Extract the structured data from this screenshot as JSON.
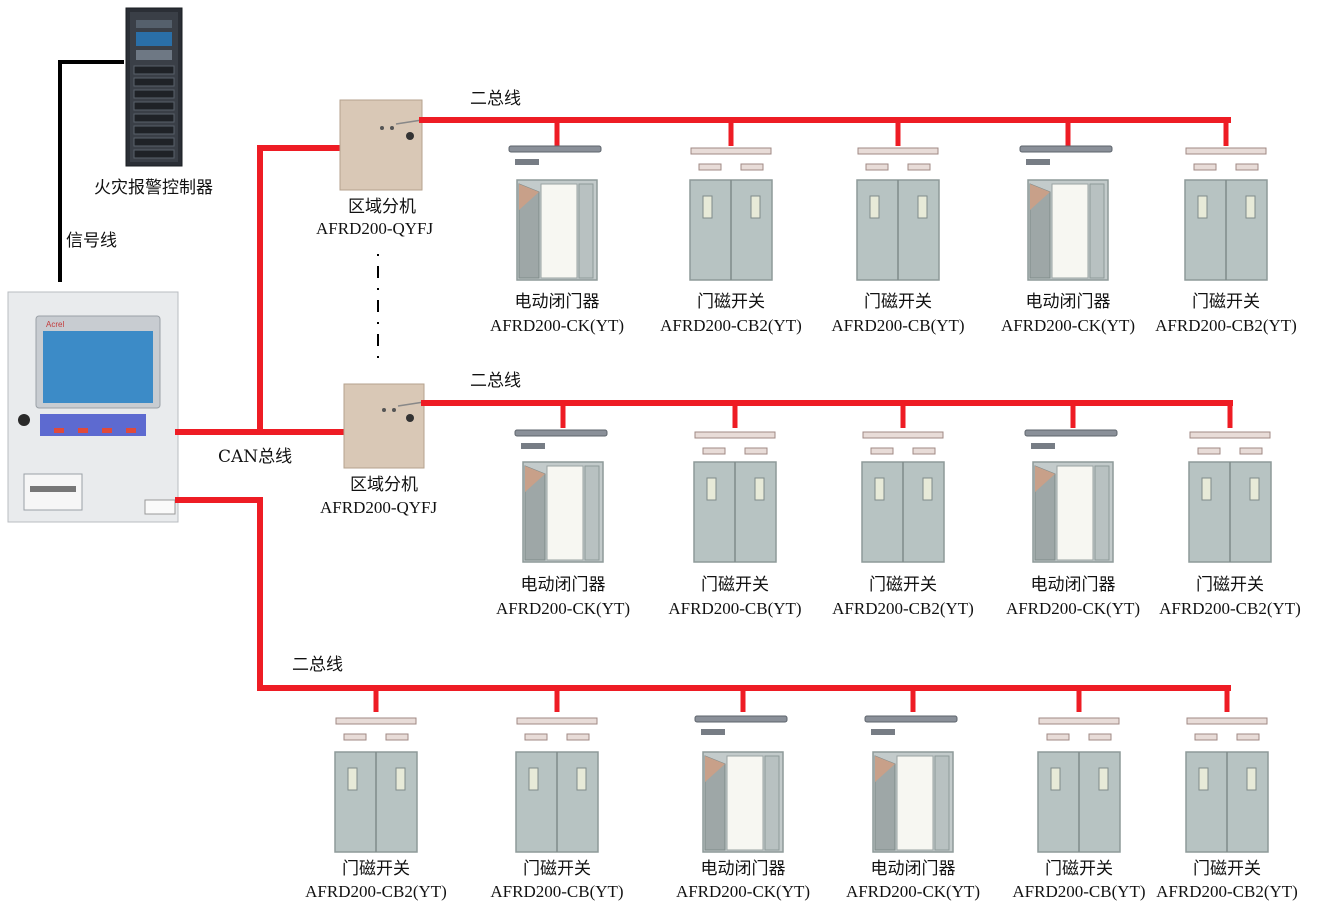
{
  "cabinet": {
    "label": "火灾报警控制器"
  },
  "signal_line": {
    "label": "信号线"
  },
  "can_bus": {
    "label": "CAN总线"
  },
  "panel": {
    "brand": "Acrel"
  },
  "sub_units": [
    {
      "name": "区域分机",
      "model": "AFRD200-QYFJ"
    },
    {
      "name": "区域分机",
      "model": "AFRD200-QYFJ"
    }
  ],
  "bus_labels": [
    "二总线",
    "二总线",
    "二总线"
  ],
  "rows": [
    [
      {
        "name": "电动闭门器",
        "model": "AFRD200-CK(YT)",
        "kind": "closer"
      },
      {
        "name": "门磁开关",
        "model": "AFRD200-CB2(YT)",
        "kind": "magnet"
      },
      {
        "name": "门磁开关",
        "model": "AFRD200-CB(YT)",
        "kind": "magnet"
      },
      {
        "name": "电动闭门器",
        "model": "AFRD200-CK(YT)",
        "kind": "closer"
      },
      {
        "name": "门磁开关",
        "model": "AFRD200-CB2(YT)",
        "kind": "magnet"
      }
    ],
    [
      {
        "name": "电动闭门器",
        "model": "AFRD200-CK(YT)",
        "kind": "closer"
      },
      {
        "name": "门磁开关",
        "model": "AFRD200-CB(YT)",
        "kind": "magnet"
      },
      {
        "name": "门磁开关",
        "model": "AFRD200-CB2(YT)",
        "kind": "magnet"
      },
      {
        "name": "电动闭门器",
        "model": "AFRD200-CK(YT)",
        "kind": "closer"
      },
      {
        "name": "门磁开关",
        "model": "AFRD200-CB2(YT)",
        "kind": "magnet"
      }
    ],
    [
      {
        "name": "门磁开关",
        "model": "AFRD200-CB2(YT)",
        "kind": "magnet"
      },
      {
        "name": "门磁开关",
        "model": "AFRD200-CB(YT)",
        "kind": "magnet"
      },
      {
        "name": "电动闭门器",
        "model": "AFRD200-CK(YT)",
        "kind": "closer"
      },
      {
        "name": "电动闭门器",
        "model": "AFRD200-CK(YT)",
        "kind": "closer"
      },
      {
        "name": "门磁开关",
        "model": "AFRD200-CB(YT)",
        "kind": "magnet"
      },
      {
        "name": "门磁开关",
        "model": "AFRD200-CB2(YT)",
        "kind": "magnet"
      }
    ]
  ],
  "colors": {
    "bus": "#ee1c24",
    "signal": "#000000",
    "door": "#b7c3c2",
    "box": "#d9c8b6"
  }
}
